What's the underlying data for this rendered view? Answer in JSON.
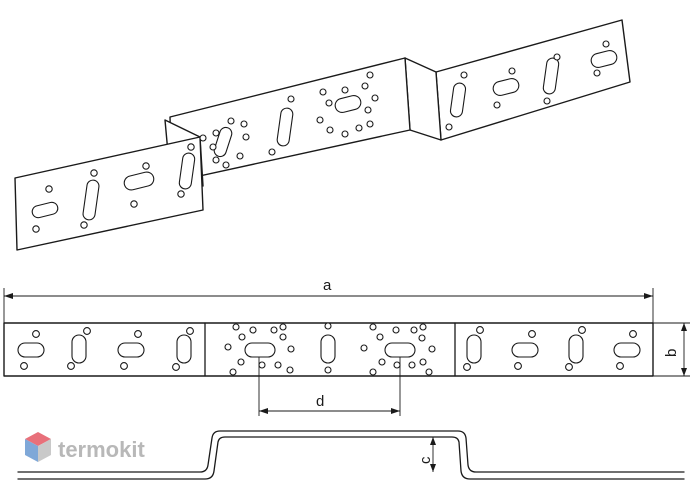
{
  "dimensions": {
    "a": "a",
    "b": "b",
    "c": "c",
    "d": "d"
  },
  "logo": {
    "text": "termokit",
    "colors": {
      "top": "#e8707a",
      "left": "#7fa8d8",
      "right": "#c9c9c9"
    }
  },
  "colors": {
    "line": "#1a1a1a",
    "background": "#ffffff",
    "logo_text": "#b8b8b8"
  }
}
